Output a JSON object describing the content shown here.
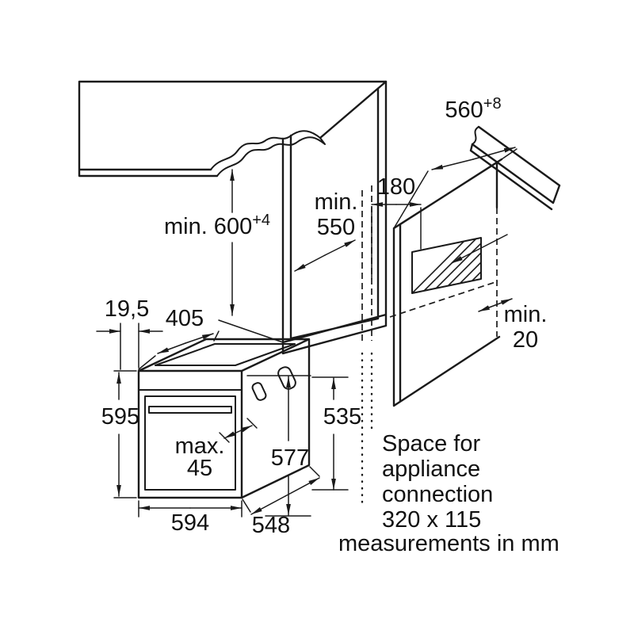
{
  "colors": {
    "line": "#1a1a1a",
    "background": "#ffffff",
    "text": "#111111"
  },
  "dims": {
    "d600": {
      "base": "min. 600",
      "sup": "+4"
    },
    "d560": {
      "base": "560",
      "sup": "+8"
    },
    "d180": "180",
    "d550": {
      "l1": "min.",
      "l2": "550"
    },
    "d20": {
      "l1": "min.",
      "l2": "20"
    },
    "d195": "19,5",
    "d405": "405",
    "d595": "595",
    "d45": {
      "l1": "max.",
      "l2": "45"
    },
    "d577": "577",
    "d535": "535",
    "d594": "594",
    "d548": "548"
  },
  "note": {
    "lines": [
      "Space for",
      "appliance",
      "connection",
      "320 x 115"
    ],
    "units": "measurements in mm"
  }
}
